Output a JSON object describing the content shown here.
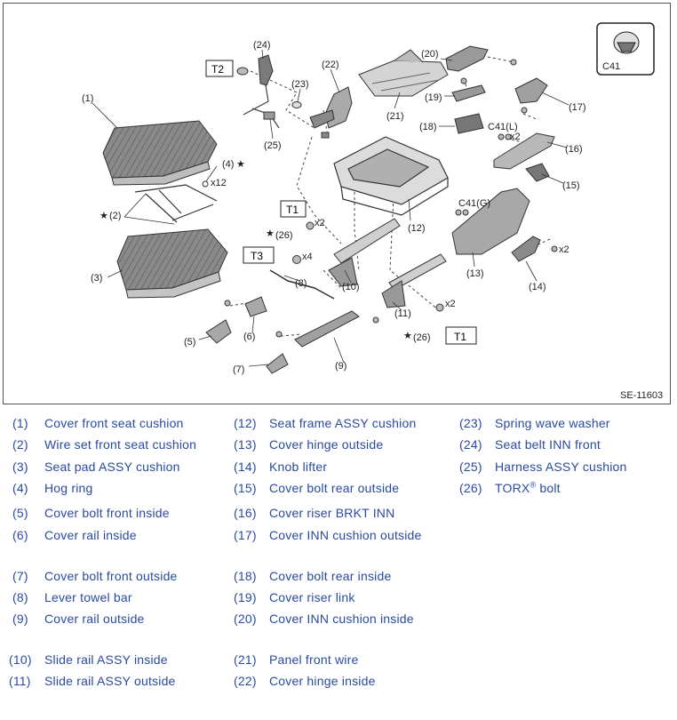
{
  "diagram": {
    "ref_code": "SE-11603",
    "callouts": {
      "c1": "(1)",
      "c2": "(2)",
      "c3": "(3)",
      "c4": "(4)",
      "c5": "(5)",
      "c6": "(6)",
      "c7": "(7)",
      "c8": "(8)",
      "c9": "(9)",
      "c10": "(10)",
      "c11": "(11)",
      "c12": "(12)",
      "c13": "(13)",
      "c14": "(14)",
      "c15": "(15)",
      "c16": "(16)",
      "c17": "(17)",
      "c18": "(18)",
      "c19": "(19)",
      "c20": "(20)",
      "c21": "(21)",
      "c22": "(22)",
      "c23": "(23)",
      "c24": "(24)",
      "c25": "(25)",
      "c26a": "(26)",
      "c26b": "(26)"
    },
    "star": "★",
    "torque_boxes": {
      "t1a": "T1",
      "t1b": "T1",
      "t2": "T2",
      "t3": "T3"
    },
    "quantities": {
      "x12": "x12",
      "x2a": "x2",
      "x4": "x4",
      "x2b": "x2",
      "x2c": "x2",
      "x2d": "x2"
    },
    "clip_codes": {
      "c41l": "C41(L)",
      "c41g": "C41(G)",
      "c41_box": "C41"
    }
  },
  "legend": [
    {
      "num": "(1)",
      "name": "Cover front seat cushion"
    },
    {
      "num": "(2)",
      "name": "Wire set front seat cushion"
    },
    {
      "num": "(3)",
      "name": "Seat pad ASSY cushion"
    },
    {
      "num": "(4)",
      "name": "Hog ring"
    },
    {
      "num": "(5)",
      "name": "Cover bolt front inside"
    },
    {
      "num": "(6)",
      "name": "Cover rail inside"
    },
    {
      "num": "(7)",
      "name": "Cover bolt front outside"
    },
    {
      "num": "(8)",
      "name": "Lever towel bar"
    },
    {
      "num": "(9)",
      "name": "Cover rail outside"
    },
    {
      "num": "(10)",
      "name": "Slide rail ASSY inside"
    },
    {
      "num": "(11)",
      "name": "Slide rail ASSY outside"
    },
    {
      "num": "(12)",
      "name": "Seat frame ASSY cushion"
    },
    {
      "num": "(13)",
      "name": "Cover hinge outside"
    },
    {
      "num": "(14)",
      "name": "Knob lifter"
    },
    {
      "num": "(15)",
      "name": "Cover bolt rear outside"
    },
    {
      "num": "(16)",
      "name": "Cover riser BRKT INN"
    },
    {
      "num": "(17)",
      "name": "Cover INN cushion outside"
    },
    {
      "num": "(18)",
      "name": "Cover bolt rear inside"
    },
    {
      "num": "(19)",
      "name": "Cover riser link"
    },
    {
      "num": "(20)",
      "name": "Cover INN cushion inside"
    },
    {
      "num": "(21)",
      "name": "Panel front wire"
    },
    {
      "num": "(22)",
      "name": "Cover hinge inside"
    },
    {
      "num": "(23)",
      "name": "Spring wave washer"
    },
    {
      "num": "(24)",
      "name": "Seat belt INN front"
    },
    {
      "num": "(25)",
      "name": "Harness ASSY cushion"
    },
    {
      "num": "(26)",
      "name": "TORX",
      "sup": "®",
      "suffix": " bolt"
    }
  ]
}
